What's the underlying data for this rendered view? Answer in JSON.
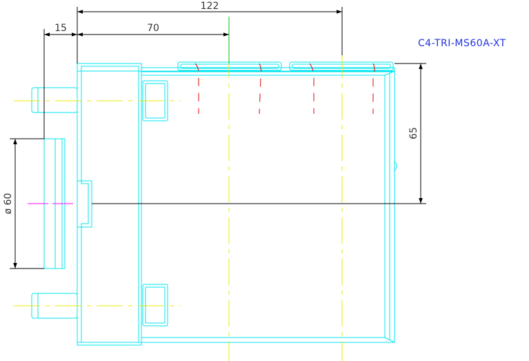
{
  "part_number": "C4-TRI-MS60A-XT",
  "dimensions": {
    "overall_length": "122",
    "center_offset": "70",
    "flange_depth": "15",
    "height": "65",
    "diameter": "ø 60"
  },
  "colors": {
    "outline": "#00e5f0",
    "dimension": "#000000",
    "centerline": "#e8e800",
    "hidden": "#e00000",
    "axis": "#ff00ff",
    "reference": "#00c000",
    "part_number": "#2233dd"
  }
}
